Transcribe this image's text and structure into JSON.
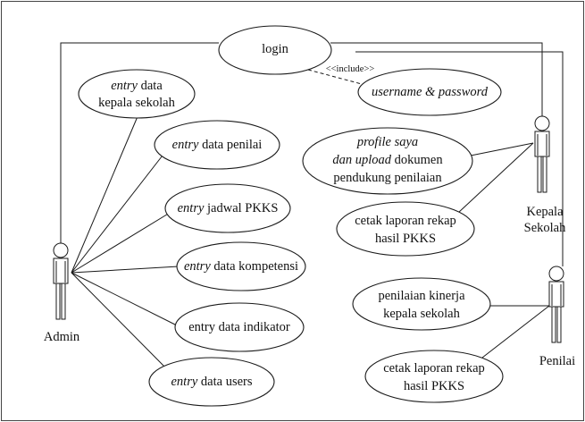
{
  "actors": {
    "admin": "Admin",
    "kepala_line1": "Kepala",
    "kepala_line2": "Sekolah",
    "penilai": "Penilai"
  },
  "stereotype": "<<include>>",
  "use_cases": {
    "login": "login",
    "entry_kepala": {
      "l1_it": "entry",
      "l1_rest": " data",
      "l2": "kepala sekolah"
    },
    "entry_penilai": {
      "it": "entry",
      "rest": " data penilai"
    },
    "entry_jadwal": {
      "it": "entry",
      "rest": " jadwal PKKS"
    },
    "entry_kompetensi": {
      "it": "entry",
      "rest": " data kompetensi"
    },
    "entry_indikator": "entry data indikator",
    "entry_users": {
      "it": "entry",
      "rest": " data users"
    },
    "username_password": "username & password",
    "profile": {
      "l1": "profile saya",
      "l2_it": "dan upload",
      "l2_rest": " dokumen",
      "l3": "pendukung penilaian"
    },
    "cetak_kepala": {
      "l1": "cetak laporan rekap",
      "l2": "hasil PKKS"
    },
    "penilaian_kinerja": {
      "l1": "penilaian kinerja",
      "l2": "kepala sekolah"
    },
    "cetak_penilai": {
      "l1": "cetak laporan rekap",
      "l2": "hasil PKKS"
    }
  }
}
